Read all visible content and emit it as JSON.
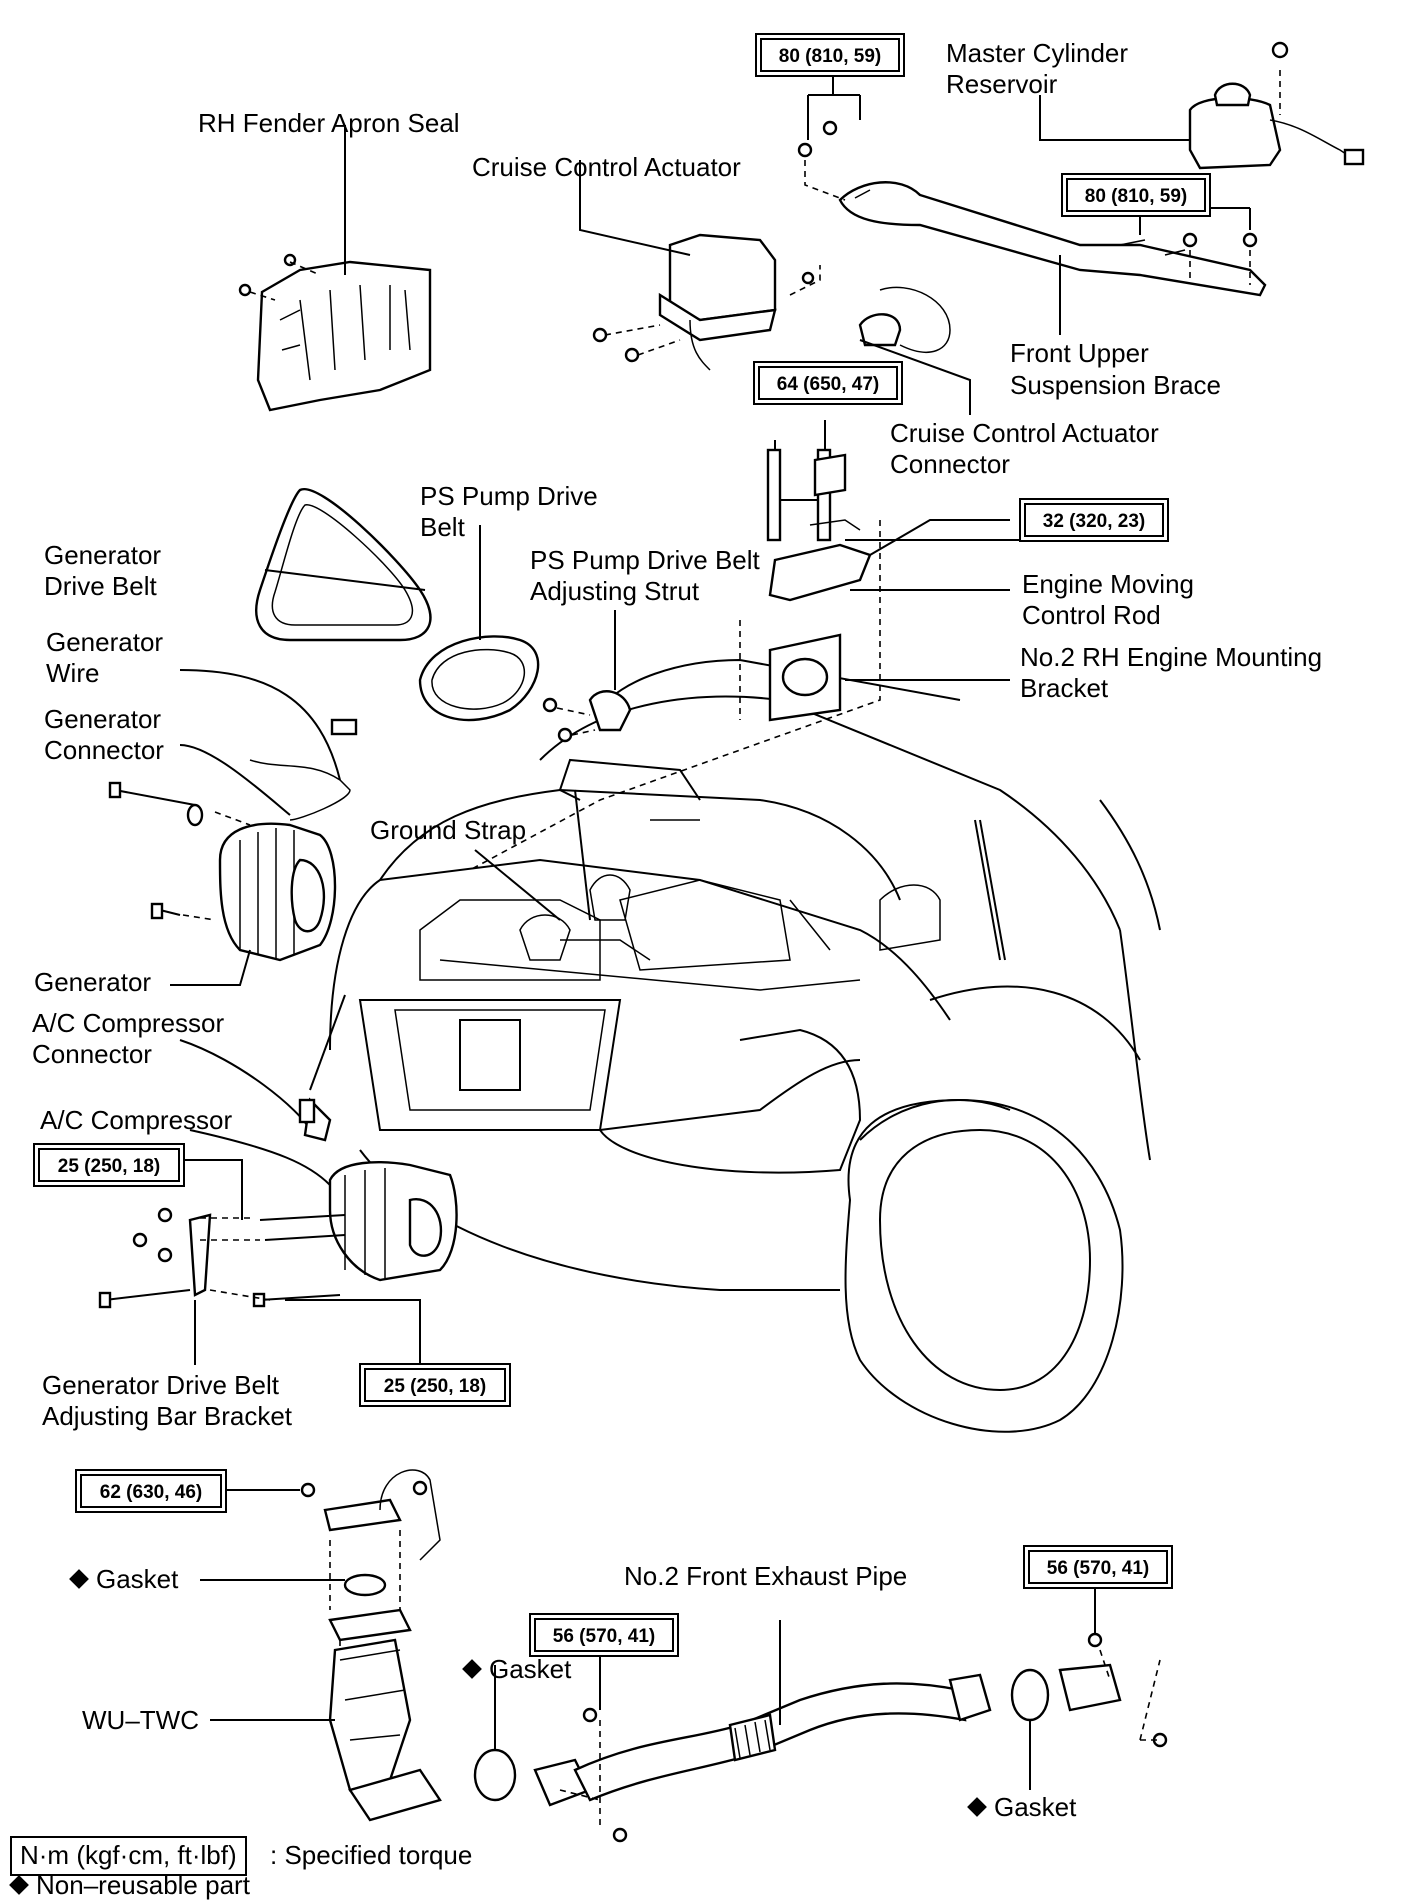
{
  "labels": {
    "rh_fender_apron_seal": "RH Fender Apron Seal",
    "cruise_control_actuator": "Cruise Control Actuator",
    "master_cylinder_reservoir_1": "Master Cylinder",
    "master_cylinder_reservoir_2": "Reservoir",
    "front_upper_suspension_brace_1": "Front Upper",
    "front_upper_suspension_brace_2": "Suspension Brace",
    "cruise_control_actuator_connector_1": "Cruise Control Actuator",
    "cruise_control_actuator_connector_2": "Connector",
    "ps_pump_drive_belt_1": "PS Pump Drive",
    "ps_pump_drive_belt_2": "Belt",
    "generator_drive_belt_1": "Generator",
    "generator_drive_belt_2": "Drive Belt",
    "ps_pump_adjusting_strut_1": "PS Pump Drive Belt",
    "ps_pump_adjusting_strut_2": "Adjusting Strut",
    "engine_moving_control_rod_1": "Engine Moving",
    "engine_moving_control_rod_2": "Control Rod",
    "no2_rh_engine_mounting_bracket_1": "No.2 RH Engine Mounting",
    "no2_rh_engine_mounting_bracket_2": "Bracket",
    "generator_wire_1": "Generator",
    "generator_wire_2": "Wire",
    "generator_connector_1": "Generator",
    "generator_connector_2": "Connector",
    "ground_strap": "Ground Strap",
    "generator": "Generator",
    "ac_compressor_connector_1": "A/C Compressor",
    "ac_compressor_connector_2": "Connector",
    "ac_compressor": "A/C Compressor",
    "generator_drive_belt_adjusting_bar_bracket_1": "Generator Drive Belt",
    "generator_drive_belt_adjusting_bar_bracket_2": "Adjusting Bar Bracket",
    "gasket_upper": "Gasket",
    "no2_front_exhaust_pipe": "No.2 Front Exhaust Pipe",
    "gasket_middle": "Gasket",
    "wu_twc": "WU–TWC",
    "gasket_right": "Gasket"
  },
  "torques": {
    "master_cylinder_nuts": "80 (810, 59)",
    "brace_nuts": "80 (810, 59)",
    "mounting_bolts": "64 (650, 47)",
    "control_rod_bolt": "32 (320, 23)",
    "compressor_upper": "25 (250, 18)",
    "compressor_lower": "25 (250, 18)",
    "twc_nuts": "62 (630, 46)",
    "exhaust_right": "56 (570, 41)",
    "exhaust_middle": "56 (570, 41)"
  },
  "legend": {
    "torque_unit": "N·m (kgf·cm, ft·lbf)",
    "torque_desc": ": Specified torque",
    "nonreusable": "Non–reusable part"
  }
}
